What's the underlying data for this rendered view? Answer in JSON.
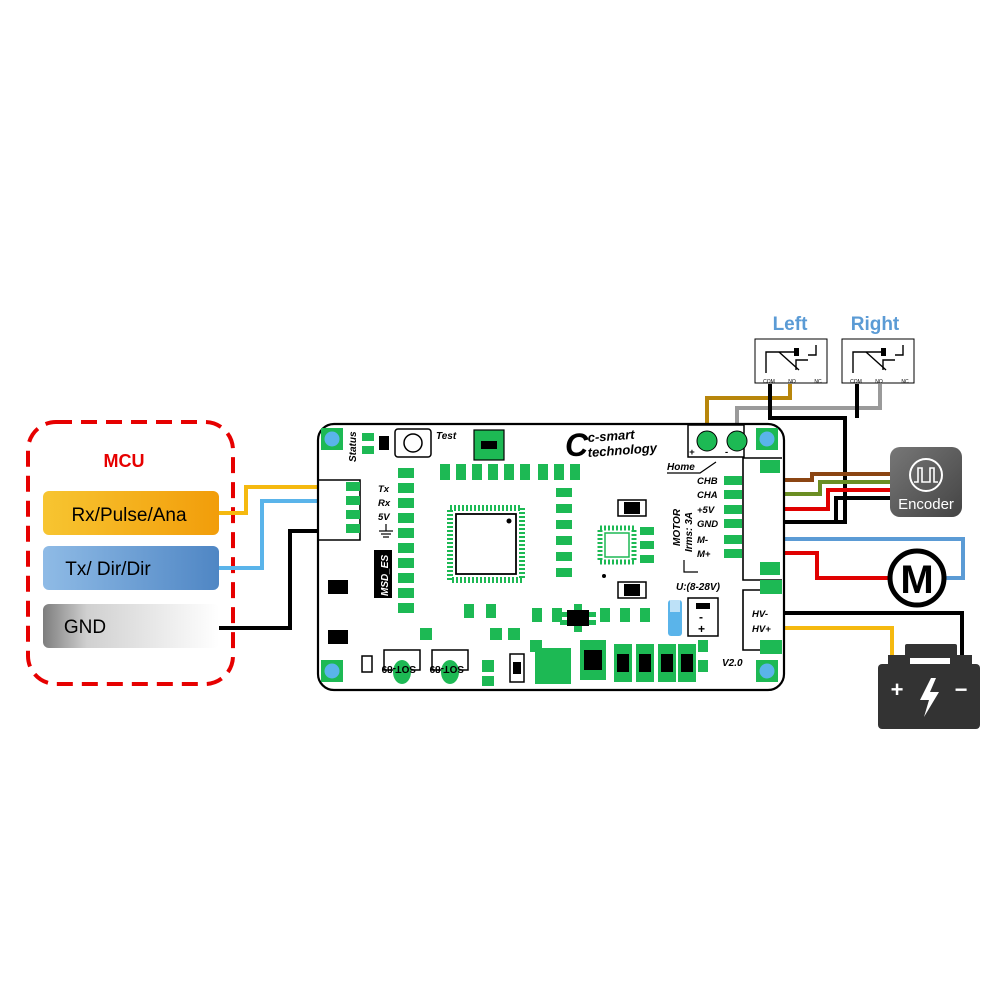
{
  "mcu": {
    "title": "MCU",
    "pins": [
      {
        "label": "Rx/Pulse/Ana",
        "color": "#f5b90f"
      },
      {
        "label": "Tx/ Dir/Dir",
        "color": "#5b9bd5"
      },
      {
        "label": "GND",
        "color": "#a6a6a6"
      }
    ]
  },
  "board": {
    "brand_line1": "c-smart",
    "brand_line2": "technology",
    "status_label": "Status",
    "test_label": "Test",
    "home_label": "Home",
    "home_minus": "-",
    "home_plus": "+",
    "uart_pins": [
      "Tx",
      "Rx",
      "5V"
    ],
    "motor_pins": [
      "CHB",
      "CHA",
      "+5V",
      "GND",
      "M-",
      "M+"
    ],
    "motor_title": "MOTOR",
    "motor_current": "Irms: 3A",
    "model": "MSD_ES",
    "voltage": "U:(8-28V)",
    "power_pins": [
      "HV-",
      "HV+"
    ],
    "version": "V2.0",
    "sot_label": "SOT-89",
    "conn_minus": "-",
    "conn_plus": "+"
  },
  "switches": {
    "left": "Left",
    "right": "Right",
    "terminals": [
      "COM",
      "NO",
      "NC"
    ]
  },
  "encoder": {
    "label": "Encoder"
  },
  "motor": {
    "symbol": "M"
  },
  "battery": {
    "plus": "+",
    "minus": "−"
  },
  "colors": {
    "green": "#1db954",
    "wire_yellow": "#f5b90f",
    "wire_blue": "#5ab4ea",
    "wire_black": "#000000",
    "wire_brown": "#8b4513",
    "wire_olive": "#6b8e23",
    "wire_red": "#e00000",
    "wire_grey": "#9a9a9a",
    "wire_gold": "#b8860b",
    "mcu_border": "#e60000"
  }
}
